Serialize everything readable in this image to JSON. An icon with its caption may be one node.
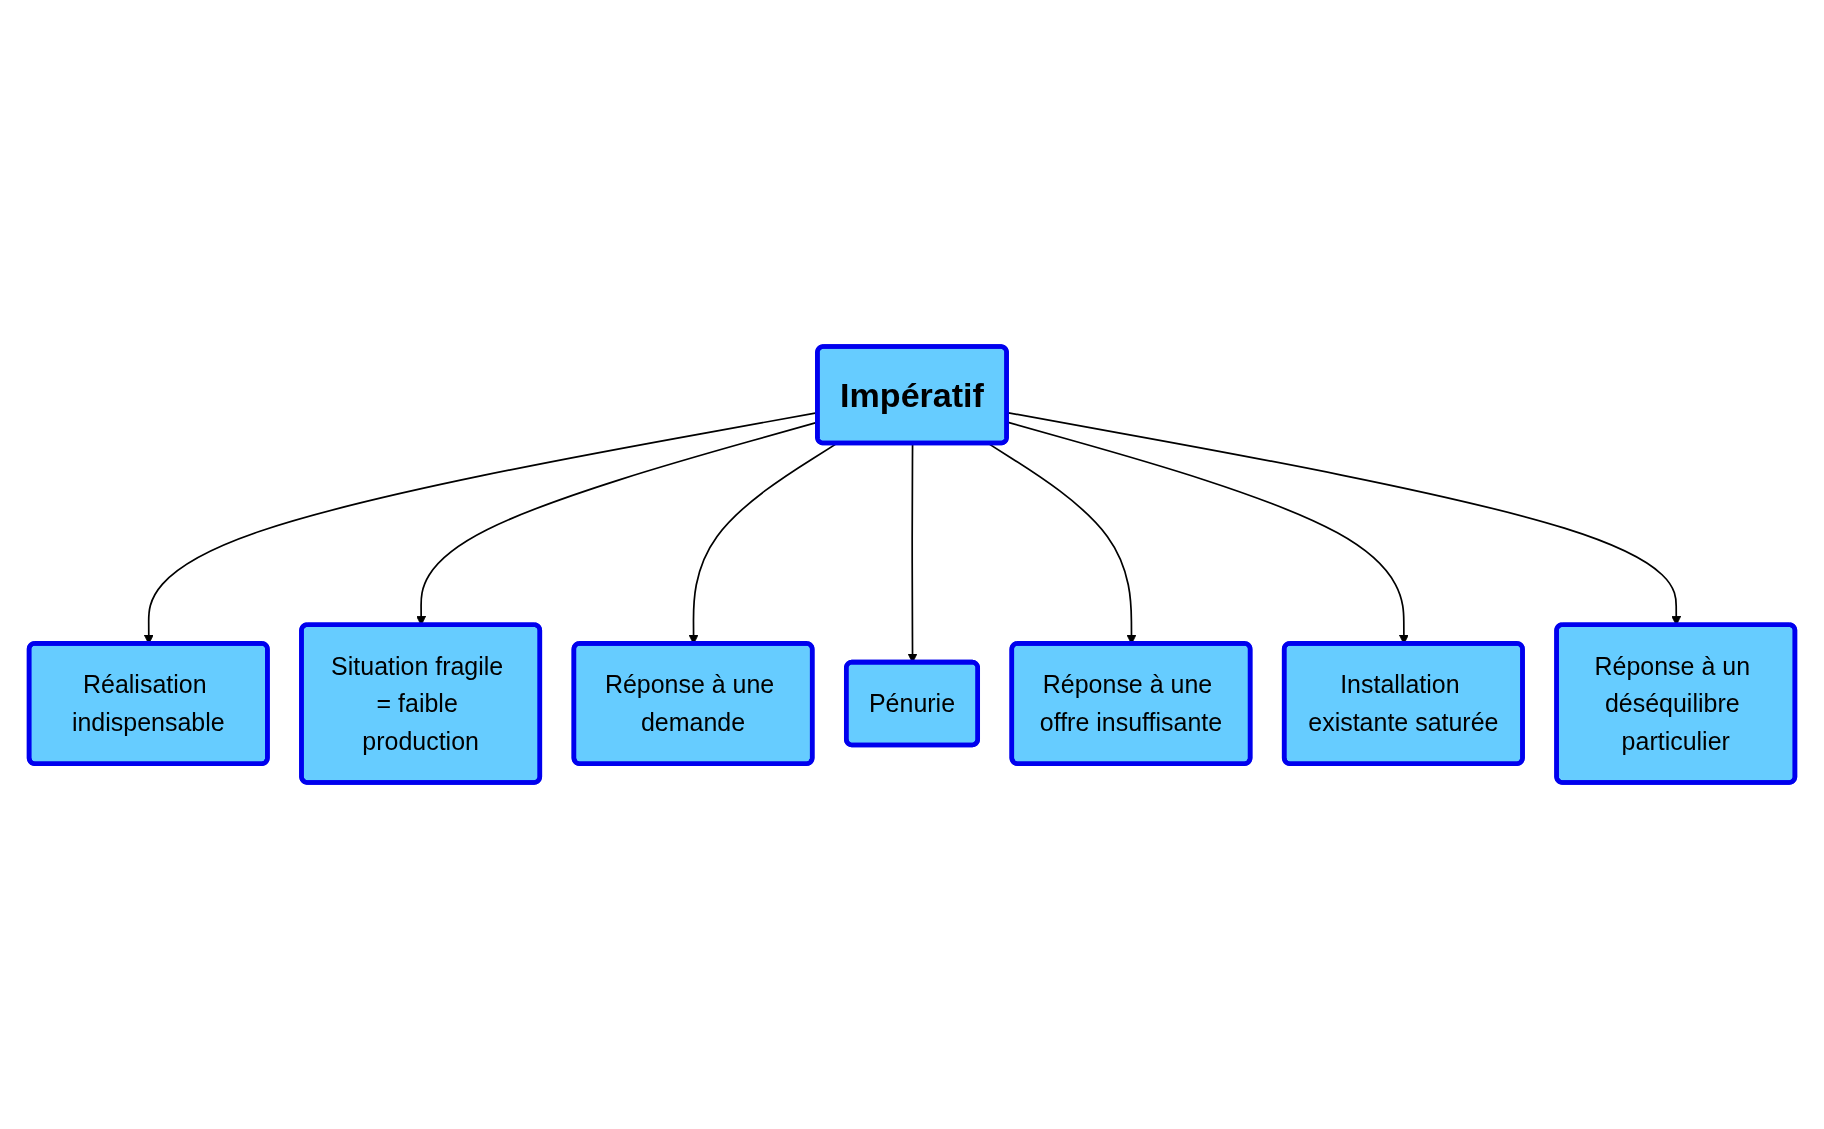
{
  "diagram": {
    "nodes": [
      {
        "text": [
          "Réalisation indispensable"
        ]
      },
      {
        "text": [
          "Situation fragile = faible production"
        ]
      },
      {
        "text": [
          "Réponse à une demande"
        ]
      },
      {
        "text": [
          "Impératif"
        ]
      },
      {
        "text": [
          "Pénurie"
        ]
      },
      {
        "text": [
          "Réponse à une offre insuffisante"
        ]
      },
      {
        "text": [
          "Installation existante saturée"
        ]
      },
      {
        "text": [
          "Réponse à un déséquilibre particulier"
        ]
      }
    ],
    "edges": [
      {
        "from": 3,
        "to": 0,
        "arrow": "to"
      },
      {
        "from": 3,
        "to": 1,
        "arrow": "to"
      },
      {
        "from": 3,
        "to": 2,
        "arrow": "to"
      },
      {
        "from": 3,
        "to": 4,
        "arrow": "to"
      },
      {
        "from": 3,
        "to": 5,
        "arrow": "to"
      },
      {
        "from": 3,
        "to": 6,
        "arrow": "to"
      },
      {
        "from": 3,
        "to": 7,
        "arrow": "to"
      }
    ]
  }
}
